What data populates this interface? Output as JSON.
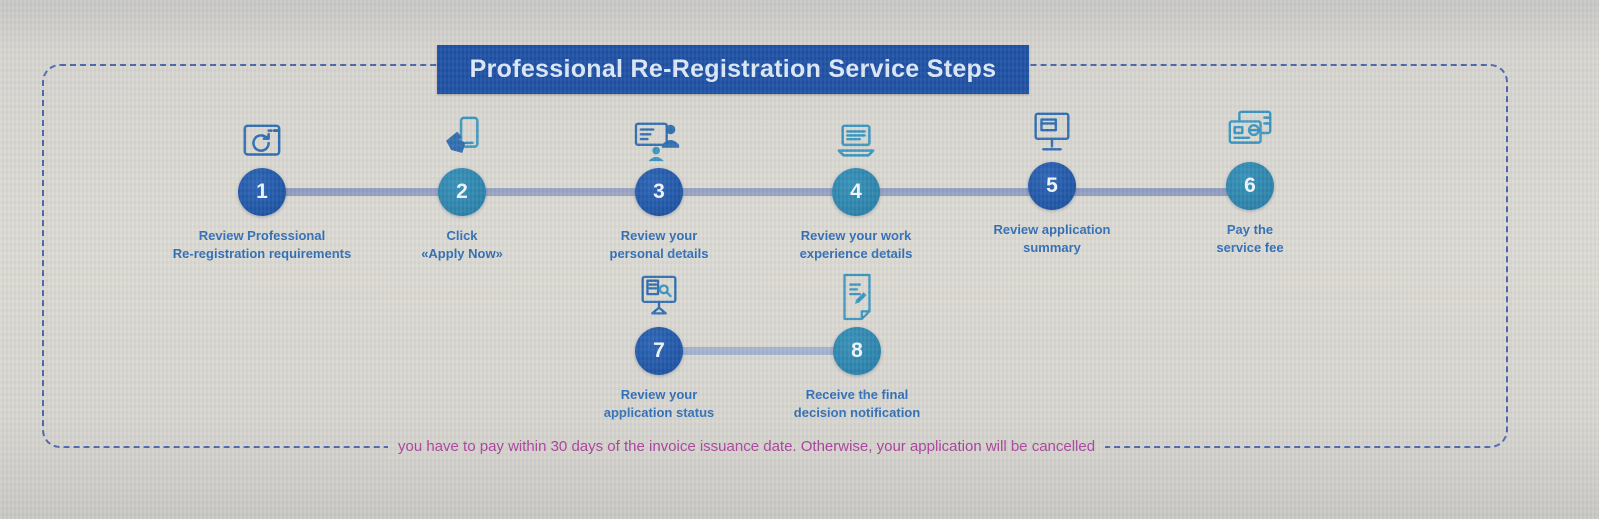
{
  "title": "Professional Re-Registration Service Steps",
  "note": "you have to pay within 30 days of the invoice issuance date. Otherwise, your application will be cancelled",
  "steps": [
    {
      "number": "1",
      "label_line1": "Review Professional",
      "label_line2": "Re-registration requirements",
      "icon": "browser-refresh-icon"
    },
    {
      "number": "2",
      "label_line1": "Click",
      "label_line2": "«Apply Now»",
      "icon": "tap-phone-icon"
    },
    {
      "number": "3",
      "label_line1": "Review your",
      "label_line2": "personal details",
      "icon": "person-presentation-icon"
    },
    {
      "number": "4",
      "label_line1": "Review your work",
      "label_line2": "experience details",
      "icon": "laptop-icon"
    },
    {
      "number": "5",
      "label_line1": "Review application",
      "label_line2": "summary",
      "icon": "desktop-monitor-icon"
    },
    {
      "number": "6",
      "label_line1": "Pay the",
      "label_line2": "service fee",
      "icon": "credit-cards-icon"
    },
    {
      "number": "7",
      "label_line1": "Review your",
      "label_line2": "application status",
      "icon": "monitor-search-icon"
    },
    {
      "number": "8",
      "label_line1": "Receive the final",
      "label_line2": "decision notification",
      "icon": "document-edit-icon"
    }
  ],
  "colors": {
    "banner_blue": "#1b4ea3",
    "circle_odd_blue": "#1d55a6",
    "circle_even_teal": "#2a83ac",
    "label_blue": "#2e6db6",
    "note_magenta": "#a83f9b",
    "connector_gray_blue": "#98a2c2",
    "frame_dash_blue": "#4a66ad",
    "icon_odd_blue": "#2d6cb0",
    "icon_even_teal": "#3795bf"
  }
}
